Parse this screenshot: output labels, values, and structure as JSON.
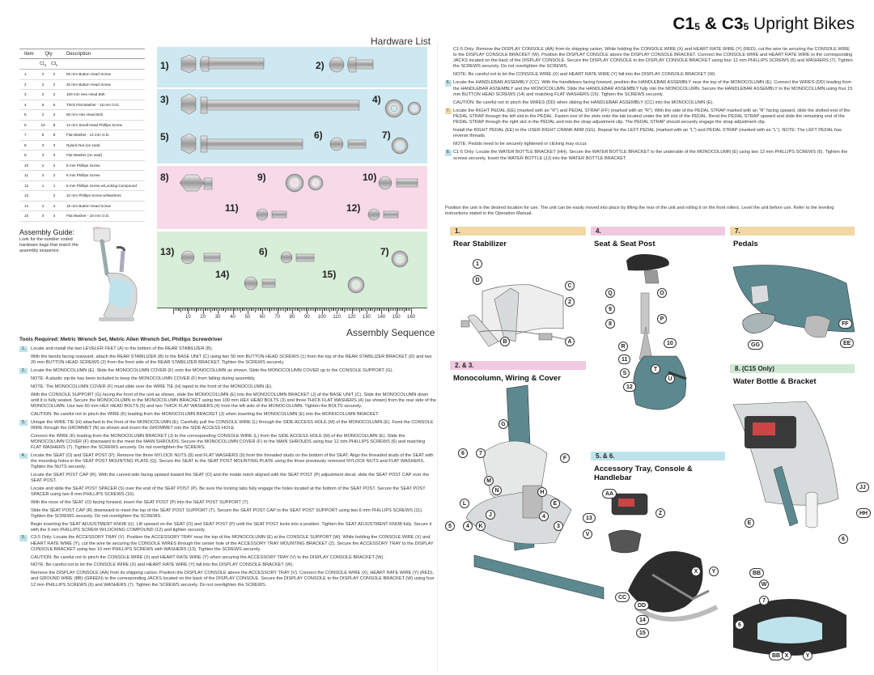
{
  "header": {
    "title_p1": "C1",
    "title_s1": "5",
    "title_p2": "& C3",
    "title_s2": "5",
    "title_rest": " Upright Bikes",
    "hardware_title": "Hardware List",
    "assembly_title": "Assembly Sequence"
  },
  "parts_table": {
    "headers": {
      "item": "Item",
      "qty": "Qty",
      "description": "Description",
      "c1": "C1",
      "c1s": "5",
      "c3": "C3",
      "c3s": "5"
    },
    "rows": [
      {
        "item": "1",
        "c1": "2",
        "c3": "2",
        "desc": "50 mm Button Head Screw"
      },
      {
        "item": "2",
        "c1": "2",
        "c3": "2",
        "desc": "20 mm Button Head Screw"
      },
      {
        "item": "3",
        "c1": "2",
        "c3": "2",
        "desc": "100 mm Hex Head Bolt"
      },
      {
        "item": "4",
        "c1": "5",
        "c3": "5",
        "desc": "Thick Flat Washer - 16 mm O.D."
      },
      {
        "item": "5",
        "c1": "2",
        "c3": "2",
        "desc": "60 mm Hex Head Bolt"
      },
      {
        "item": "6",
        "c1": "10",
        "c3": "8",
        "desc": "12 mm Small Head Phillips Screw"
      },
      {
        "item": "7",
        "c1": "8",
        "c3": "8",
        "desc": "Flat Washer - 12 mm O.D."
      },
      {
        "item": "8",
        "c1": "3",
        "c3": "3",
        "desc": "Nylock Nut (on seat)"
      },
      {
        "item": "9",
        "c1": "3",
        "c3": "3",
        "desc": "Flat Washer (on seat)"
      },
      {
        "item": "10",
        "c1": "2",
        "c3": "2",
        "desc": "8 mm Phillips Screw"
      },
      {
        "item": "11",
        "c1": "2",
        "c3": "2",
        "desc": "6 mm Phillips Screw"
      },
      {
        "item": "12",
        "c1": "1",
        "c3": "1",
        "desc": "6 mm Phillips Screw w/Locking Compound"
      },
      {
        "item": "13",
        "c1": "",
        "c3": "2",
        "desc": "10 mm Phillips Screw w/Washers"
      },
      {
        "item": "14",
        "c1": "4",
        "c3": "4",
        "desc": "15 mm Button Head Screw"
      },
      {
        "item": "15",
        "c1": "4",
        "c3": "4",
        "desc": "Flat Washer - 18 mm O.D."
      }
    ]
  },
  "hardware_numbers": [
    "1)",
    "2)",
    "3)",
    "4)",
    "5)",
    "6)",
    "7)",
    "8)",
    "9)",
    "10)",
    "11)",
    "12)",
    "13)",
    "6)",
    "7)",
    "14)",
    "15)"
  ],
  "ruler_labels": [
    "10",
    "20",
    "30",
    "40",
    "50",
    "60",
    "70",
    "80",
    "90",
    "100",
    "110",
    "120",
    "130",
    "140",
    "150",
    "160"
  ],
  "guide": {
    "title": "Assembly Guide:",
    "text": "Look for the number coded hardware bags that match the assembly sequence."
  },
  "tools": "Tools Required: Metric Wrench Set, Metric Allen Wrench Set, Phillips Screwdriver",
  "steps": [
    {
      "n": "1.",
      "t": "Locate and install the two LEVELER FEET (A) to the bottom of the REAR STABILIZER (B)."
    },
    {
      "n": "",
      "t": "With the bends facing rearward, attach the REAR STABILIZER (B) to the BASE UNIT (C) using two 50 mm BUTTON HEAD SCREWS (1) from the top of the REAR STABILIZER BRACKET (D) and two 20 mm BUTTON HEAD SCREWS (2) from the front side of the REAR STABILIZER BRACKET. Tighten the SCREWS securely."
    },
    {
      "n": "2.",
      "t": "Locate the MONOCOLUMN (E). Slide the MONOCOLUMN COVER (F) onto the MONOCOLUMN as shown. Slide the MONOCOLUMN COVER up to the CONSOLE SUPPORT (G)."
    },
    {
      "n": "",
      "t": "NOTE: A plastic zip-tie has been included to keep the MONOCOLUMN COVER (F) from falling during assembly."
    },
    {
      "n": "",
      "t": "NOTE: The MONOCOLUMN COVER (F) must slide over the WIRE TIE (H) taped to the front of the MONOCOLUMN (E)."
    },
    {
      "n": "",
      "t": "With the CONSOLE SUPPORT (G) facing the front of the unit as shown, slide the MONOCOLUMN (E) into the MONOCOLUMN BRACKET (J) of the BASE UNIT (C). Slide the MONOCOLUMN down until it is fully seated. Secure the MONOCOLUMN to the MONOCOLUMN BRACKET using two 100 mm HEX HEAD BOLTS (3) and three THICK FLAT WASHERS (4) (as shown) from the rear side of the MONOCOLUMN. Use two 60 mm HEX HEAD BOLTS (5) and two THICK FLAT WASHERS (4) from the left side of the MONOCOLUMN. Tighten the BOLTS securely."
    },
    {
      "n": "",
      "t": "CAUTION: Be careful not to pinch the WIRE (K) leading from the MONOCOLUMN BRACKET (J) when inserting the MONOCOLUMN (E) into the MONOCOLUMN BRACKET."
    },
    {
      "n": "3.",
      "t": "Untape the WIRE TIE (H) attached to the front of the MONOCOLUMN (E). Carefully pull the CONSOLE WIRE (L) through the SIDE ACCESS HOLE (M) of the MONOCOLUMN (E). Feed the CONSOLE WIRE through the GROMMET (N) as shown and insert the GROMMET into the SIDE ACCESS HOLE."
    },
    {
      "n": "",
      "t": "Connect the WIRE (K) leading from the MONOCOLUMN BRACKET (J) to the corresponding CONSOLE WIRE (L) from the SIDE ACCESS HOLE (M) of the MONOCOLUMN (E). Slide the MONOCOLUMN COVER (F) downward to the meet the MAIN SHROUDS. Secure the MONOCOLUMN COVER (F) to the MAIN SHROUDS using four 12 mm PHILLIPS SCREWS (6) and matching FLAT WASHERS (7). Tighten the SCREWS securely. Do not overtighten the SCREWS."
    },
    {
      "n": "4.",
      "t": "Locate the SEAT (O) and SEAT POST (P). Remove the three NYLOCK NUTS (8) and FLAT WASHERS (9) from the threaded studs on the bottom of the SEAT. Align the threaded studs of the SEAT with the mounting holes in the SEAT POST MOUNTING PLATE (Q). Secure the SEAT to the SEAT POST MOUNTING PLATE using the three previously removed NYLOCK NUTS and FLAT WASHERS. Tighten the NUTS securely."
    },
    {
      "n": "",
      "t": "Locate the SEAT POST CAP (R). With the curved side facing upward toward the SEAT (O) and the inside notch aligned with the SEAT POST (P) adjustment decal, slide the SEAT POST CAP over the SEAT POST."
    },
    {
      "n": "",
      "t": "Locate and slide the SEAT POST SPACER (S) over the end of the SEAT POST (P). Be sure the locking tabs fully engage the holes located at the bottom of the SEAT POST. Secure the SEAT POST SPACER using two 8 mm PHILLIPS SCREWS (10)."
    },
    {
      "n": "",
      "t": "With the nose of the SEAT (O) facing forward, insert the SEAT POST (P) into the SEAT POST SUPPORT (T)."
    },
    {
      "n": "",
      "t": "Slide the SEAT POST CAP (R) downward to meet the top of the SEAT POST SUPPORT (T). Secure the SEAT POST CAP to the SEAT POST SUPPORT using two 6 mm PHILLIPS SCREWS (11). Tighten the SCREWS securely. Do not overtighten the SCREWS."
    },
    {
      "n": "",
      "t": "Begin inserting the SEAT ADJUSTMENT KNOB (U). Lift upward on the SEAT (O) and SEAT POST (P) until the SEAT POST locks into a position. Tighten the SEAT ADJUSTMENT KNOB fully. Secure it with the 6 mm PHILLIPS SCREW W/LOCKING COMPOUND (12) and tighten securely."
    },
    {
      "n": "5.",
      "t": "C3-5 Only: Locate the ACCESSORY TRAY (V). Position the ACCESSORY TRAY near the top of the MONOCOLUMN (E) at the CONSOLE SUPPORT (W). While holding the CONSOLE WIRE (X) and HEART RATE WIRE (Y), cut the wire tie securing the CONSOLE WIRES through the center hole of the ACCESSORY TRAY MOUNTING BRACKET (Z). Secure the ACCESSORY TRAY to the DISPLAY CONSOLE BRACKET using two 10 mm PHILLIPS SCREWS with WASHERS (13). Tighten the SCREWS securely."
    },
    {
      "n": "",
      "t": "CAUTION: Be careful not to pinch the CONSOLE WIRE (X) and HEART RATE WIRE (Y) when securing the ACCESSORY TRAY (V) to the DISPLAY CONSOLE BRACKET (W)."
    },
    {
      "n": "",
      "t": "NOTE: Be careful not to let the CONSOLE WIRE (X) and HEART RATE WIRE (Y) fall into the DISPLAY CONSOLE BRACKET (W)."
    },
    {
      "n": "",
      "t": "Remove the DISPLAY CONSOLE (AA) from its shipping carton. Position the DISPLAY CONSOLE above the ACCESSORY TRAY (V). Connect the CONSOLE WIRE (X), HEART RATE WIRE (Y) (RED), and GROUND WIRE (BB) (GREEN) to the corresponding JACKS located on the back of the DISPLAY CONSOLE. Secure the DISPLAY CONSOLE to the DISPLAY CONSOLE BRACKET (W) using four 12 mm PHILLIPS SCREWS (6) and WASHERS (7). Tighten the SCREWS securely. Do not overtighten the SCREWS."
    }
  ],
  "right_steps": [
    {
      "n": "",
      "t": "C1-5 Only: Remove the DISPLAY CONSOLE (AA) from its shipping carton. While holding the CONSOLE WIRE (X) and HEART RATE WIRE (Y) (RED), cut the wire tie securing the CONSOLE WIRE to the DISPLAY CONSOLE BRACKET (W). Position the DISPLAY CONSOLE above the DISPLAY CONSOLE BRACKET. Connect the CONSOLE WIRE and HEART RATE WIRE to the corresponding JACKS located on the back of the DISPLAY CONSOLE. Secure the DISPLAY CONSOLE to the DISPLAY CONSOLE BRACKET using four 12 mm PHILLIPS SCREWS (6) and WASHERS (7). Tighten the SCREWS securely. Do not overtighten the SCREWS."
    },
    {
      "n": "",
      "t": "NOTE: Be careful not to let the CONSOLE WIRE (X) and HEART RATE WIRE (Y) fall into the DISPLAY CONSOLE BRACKET (W)."
    },
    {
      "n": "6.",
      "t": "Locate the HANDLEBAR ASSEMBLY (CC). With the handlebars facing forward, position the HANDLEBAR ASSEMBLY near the top of the MONOCOLUMN (E). Connect the WIRES (DD) leading from the HANDLEBAR ASSEMBLY and the MONOCOLUMN. Slide the HANDLEBAR ASSEMBLY fully into the MONOCOLUMN. Secure the HANDLEBAR ASSEMBLY to the MONOCOLUMN using four 15 mm BUTTON HEAD SCREWS (14) and matching FLAT WASHERS (15). Tighten the SCREWS securely."
    },
    {
      "n": "",
      "t": "CAUTION: Be careful not to pinch the WIRES (DD) when sliding the HANDLEBAR ASSEMBLY (CC) into the MONOCOLUMN (E)."
    },
    {
      "n": "7.",
      "t": "Locate the RIGHT PEDAL (EE) (marked with an \"R\") and PEDAL STRAP (FF) (marked with an \"R\"). With the side of the PEDAL STRAP marked with an \"R\" facing upward, slide the slotted end of the PEDAL STRAP through the left slot in the PEDAL. Fasten one of the slots onto the tab located under the left slot of the PEDAL. Bend the PEDAL STRAP upward and slide the remaining end of the PEDAL STRAP through the right slot in the PEDAL and into the strap adjustment clip. The PEDAL STRAP should securely engage the strap adjustment clip."
    },
    {
      "n": "",
      "t": "Install the RIGHT PEDAL (EE) to the USER RIGHT CRANK ARM (GG). Repeat for the LEFT PEDAL (marked with an \"L\") and PEDAL STRAP (marked with an \"L\"). NOTE: The LEFT PEDAL has reverse threads."
    },
    {
      "n": "",
      "t": "NOTE: Pedals need to be securely tightened or clicking may occur."
    },
    {
      "n": "8.",
      "t": "C1-5 Only: Locate the WATER BOTTLE BRACKET (HH). Secure the WATER BOTTLE BRACKET to the underside of the MONOCOLUMN (E) using two 12 mm PHILLIPS SCREWS (6). Tighten the screws securely. Insert the WATER BOTTLE (JJ) into the WATER BOTTLE BRACKET."
    }
  ],
  "leveling_note": "Position the unit in the desired location for use. The unit can be easily moved into place by lifting the rear of the unit and rolling it on the front rollers. Level the unit before use. Refer to the leveling instructions stated in the Operation Manual.",
  "sections": {
    "s1": {
      "num": "1.",
      "title": "Rear Stabilizer",
      "color": "#f3d8a6"
    },
    "s4": {
      "num": "4.",
      "title": "Seat & Seat Post",
      "color": "#f0c9e0"
    },
    "s7": {
      "num": "7.",
      "title": "Pedals",
      "color": "#f3d8a6"
    },
    "s23": {
      "num": "2. & 3.",
      "title": "Monocolumn, Wiring & Cover",
      "color": "#f0c9e0"
    },
    "s8": {
      "num": "8. (C15 Only)",
      "title": "Water Bottle & Bracket",
      "color": "#cfe8d2"
    },
    "s56": {
      "num": "5. & 6.",
      "title": "Accessory Tray, Console & Handlebar",
      "color": "#bfe3ec"
    }
  },
  "callouts": {
    "s1": [
      "1",
      "D",
      "C",
      "2",
      "B",
      "A"
    ],
    "s4": [
      "Q",
      "O",
      "9",
      "8",
      "P",
      "R",
      "10",
      "11",
      "S",
      "T",
      "U",
      "12"
    ],
    "s7": [
      "FF",
      "GG",
      "EE"
    ],
    "s23": [
      "G",
      "6",
      "7",
      "F",
      "M",
      "N",
      "H",
      "L",
      "E",
      "J",
      "4",
      "5",
      "4",
      "K",
      "3"
    ],
    "s8": [
      "JJ",
      "E",
      "HH",
      "6"
    ],
    "s56": [
      "AA",
      "Z",
      "13",
      "V",
      "X",
      "Y",
      "BB",
      "W",
      "CC",
      "DD",
      "7",
      "14",
      "6",
      "15",
      "BB",
      "X",
      "Y"
    ]
  },
  "colors": {
    "blue": "#cde8f0",
    "pink": "#f7d9e8",
    "green": "#d8eed9",
    "accent_orange": "#f3d8a6",
    "metal": "#4f7d86",
    "frame": "#d9dcdc"
  }
}
